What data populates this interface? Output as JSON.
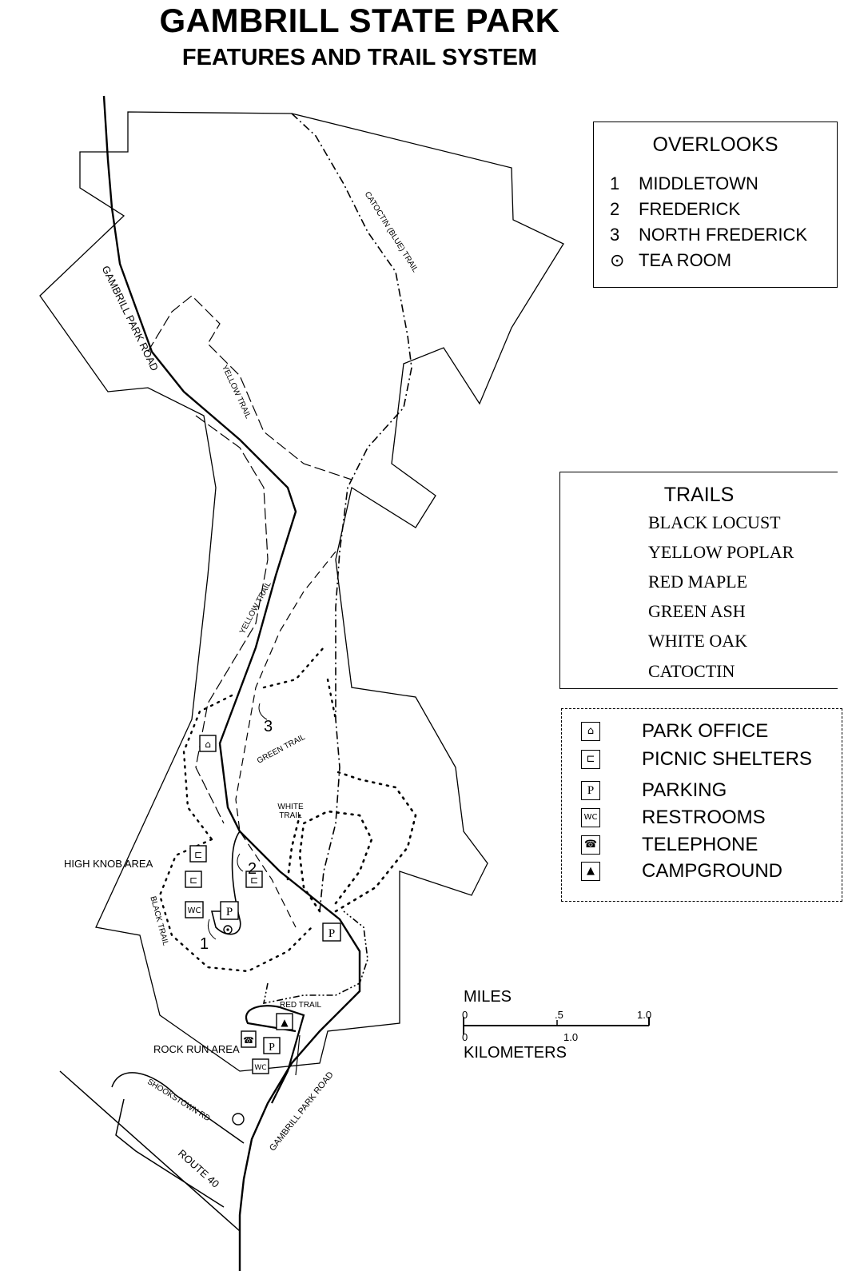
{
  "title": "GAMBRILL STATE PARK",
  "subtitle": "FEATURES AND TRAIL SYSTEM",
  "overlooks": {
    "heading": "OVERLOOKS",
    "items": [
      {
        "key": "1",
        "label": "MIDDLETOWN"
      },
      {
        "key": "2",
        "label": "FREDERICK"
      },
      {
        "key": "3",
        "label": "NORTH FREDERICK"
      },
      {
        "key": "⊙",
        "label": "TEA ROOM"
      }
    ]
  },
  "trails": {
    "heading": "TRAILS",
    "items": [
      {
        "label": "BLACK LOCUST",
        "style": "dotted"
      },
      {
        "label": "YELLOW POPLAR",
        "style": "long-dash"
      },
      {
        "label": "RED MAPLE",
        "style": "dash-dot-dot"
      },
      {
        "label": "GREEN ASH",
        "style": "dashed"
      },
      {
        "label": "WHITE OAK",
        "style": "heavy-dotted"
      },
      {
        "label": "CATOCTIN",
        "style": "dash-dot"
      }
    ]
  },
  "facilities": {
    "items": [
      {
        "icon": "park-office-icon",
        "glyph": "⌂",
        "label": "PARK OFFICE"
      },
      {
        "icon": "picnic-shelter-icon",
        "glyph": "⊏",
        "label": "PICNIC SHELTERS"
      },
      {
        "icon": "parking-icon",
        "glyph": "P",
        "label": "PARKING"
      },
      {
        "icon": "restrooms-icon",
        "glyph": "WC",
        "label": "RESTROOMS"
      },
      {
        "icon": "telephone-icon",
        "glyph": "☎",
        "label": "TELEPHONE"
      },
      {
        "icon": "campground-icon",
        "glyph": "▲",
        "label": "CAMPGROUND"
      }
    ]
  },
  "map_labels": {
    "gambrill_park_road_north": "GAMBRILL PARK ROAD",
    "catoctin_trail": "CATOCTIN (BLUE) TRAIL",
    "yellow_trail_north": "YELLOW TRAIL",
    "yellow_trail_south": "YELLOW TRAIL",
    "green_trail": "GREEN TRAIL",
    "white_trail": "WHITE TRAIL",
    "high_knob_area": "HIGH KNOB AREA",
    "black_trail": "BLACK TRAIL",
    "red_trail": "RED TRAIL",
    "rock_run_area": "ROCK RUN AREA",
    "shookstown_rd": "SHOOKSTOWN RD",
    "route_40": "ROUTE 40",
    "gambrill_park_road_south": "GAMBRILL PARK ROAD",
    "overlook_1": "1",
    "overlook_2": "2",
    "overlook_3": "3"
  },
  "scale": {
    "miles_label": "MILES",
    "kilometers_label": "KILOMETERS",
    "miles_ticks": [
      "0",
      ".5",
      "1.0"
    ],
    "km_ticks": [
      "0",
      "1.0"
    ]
  }
}
